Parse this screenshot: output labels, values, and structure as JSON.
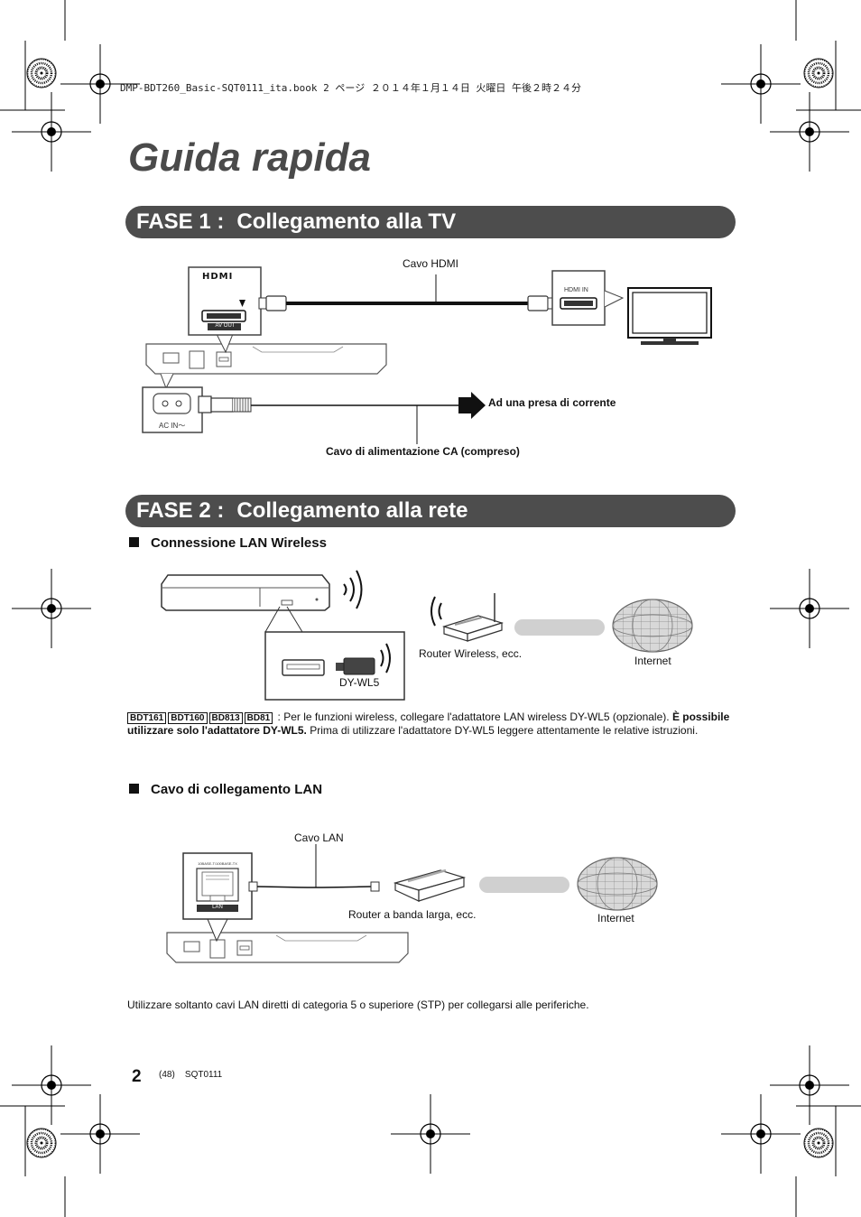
{
  "file_header": "DMP-BDT260_Basic-SQT0111_ita.book  2 ページ  ２０１４年１月１４日  火曜日  午後２時２４分",
  "title": "Guida rapida",
  "step1": {
    "label": "FASE 1 :",
    "title": "Collegamento alla TV",
    "hdmi_cable": "Cavo HDMI",
    "hdmi_logo": "HDMI",
    "av_out": "AV OUT",
    "hdmi_in": "HDMI IN",
    "ac_in": "AC IN～",
    "power_outlet": "Ad una presa di corrente",
    "power_cable": "Cavo di alimentazione CA (compreso)"
  },
  "step2": {
    "label": "FASE 2 :",
    "title": "Collegamento alla rete",
    "wireless": {
      "heading": "Connessione LAN Wireless",
      "adapter": "DY-WL5",
      "router": "Router Wireless, ecc.",
      "internet": "Internet"
    },
    "models": [
      "BDT161",
      "BDT160",
      "BD813",
      "BD81"
    ],
    "note_plain_1": " : Per le funzioni wireless, collegare l'adattatore LAN wireless DY-WL5 (opzionale). ",
    "note_bold": "È possibile utilizzare solo l'adattatore DY-WL5.",
    "note_plain_2": " Prima di utilizzare l'adattatore DY-WL5 leggere attentamente le relative istruzioni.",
    "lan": {
      "heading": "Cavo di collegamento LAN",
      "cable": "Cavo LAN",
      "port_label": "10BASE-T/100BASE-TX",
      "lan_label": "LAN",
      "router": "Router a banda larga, ecc.",
      "internet": "Internet"
    },
    "footer_note": "Utilizzare soltanto cavi LAN diretti di categoria 5 o superiore (STP) per collegarsi alle periferiche."
  },
  "page": {
    "number": "2",
    "ref": "(48)",
    "code": "SQT0111"
  }
}
